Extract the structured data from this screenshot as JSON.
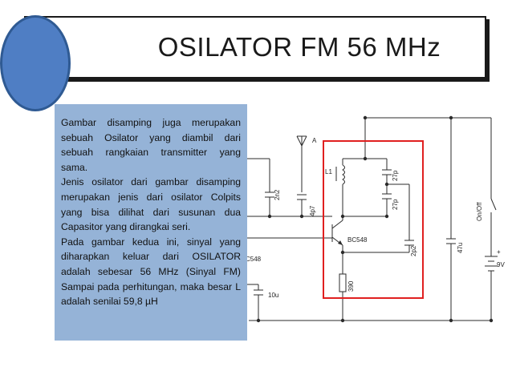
{
  "slide": {
    "title": "OSILATOR FM 56 MHz",
    "paragraphs": [
      "Gambar disamping juga merupakan sebuah Osilator yang diambil dari sebuah rangkaian transmitter yang sama.",
      "Jenis osilator dari gambar disamping merupakan jenis dari osilator Colpits yang bisa dilihat dari susunan dua Capasitor yang dirangkai seri.",
      "Pada gambar kedua ini, sinyal yang diharapkan keluar dari OSILATOR adalah sebesar 56 MHz (Sinyal FM) Sampai pada perhitungan, maka besar L adalah senilai 59,8 µH"
    ]
  },
  "circuit": {
    "labels": {
      "antenna": "A",
      "c_2n2": "2n2",
      "c_4p7": "4p7",
      "inductor": "L1",
      "c_27p_top": "27p",
      "c_27p_bottom": "27p",
      "transistor": "BC548",
      "c_2p2": "2p2",
      "resistor": "390",
      "c_47u": "47u",
      "switch": "On/Off",
      "battery": "9V",
      "battery_plus": "+",
      "c_10u": "10u",
      "partial_label": "C548"
    },
    "colors": {
      "wire": "#2b2b2b",
      "highlight": "#e02020",
      "title_circle": "#4f7ec4",
      "text_box": "#95b3d7"
    }
  }
}
